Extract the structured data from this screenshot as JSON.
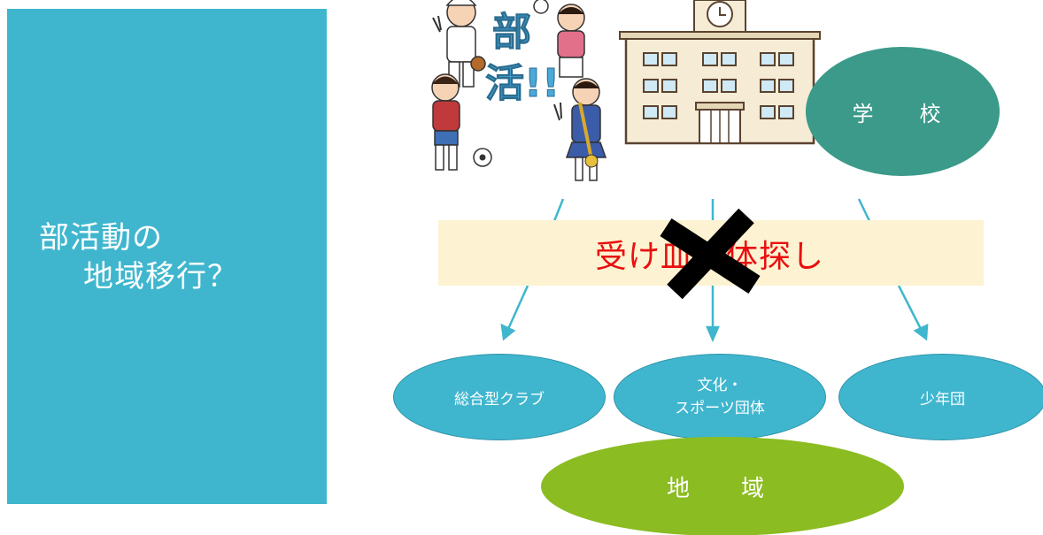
{
  "title": {
    "line1": "部活動の",
    "line2": "地域移行？"
  },
  "school": {
    "label": "学　校"
  },
  "band": {
    "label": "受け皿団体探し"
  },
  "clubs": [
    {
      "label": "総合型クラブ"
    },
    {
      "label_line1": "文化・",
      "label_line2": "スポーツ団体"
    },
    {
      "label": "少年団"
    }
  ],
  "region": {
    "label": "地　域"
  },
  "illustrations": {
    "club_activities_icon": "students-club-activities-illustration",
    "club_sign": "部活!!",
    "school_building_icon": "school-building-illustration",
    "cross_icon": "x-mark-icon"
  },
  "colors": {
    "left_panel": "#3fb6ce",
    "school": "#3b9a8a",
    "clubs": "#3fb6ce",
    "region": "#8bbc21",
    "band": "#fdf3d2",
    "band_text": "#e80f0f",
    "arrows": "#3fb6ce"
  }
}
